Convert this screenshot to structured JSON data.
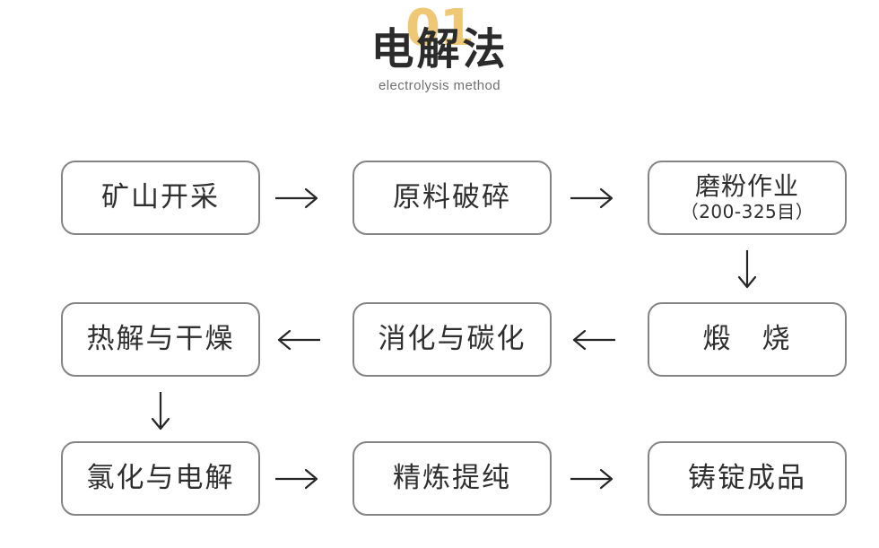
{
  "header": {
    "badge_number": "01",
    "title_cn": "电解法",
    "title_en": "electrolysis method",
    "badge_color": "#efc876",
    "title_color": "#2b2b2b",
    "subtitle_color": "#6f6f6f"
  },
  "flow": {
    "border_color": "#848484",
    "text_color": "#2f2f2f",
    "arrow_color": "#262626",
    "nodes": [
      {
        "id": "n1",
        "label": "矿山开采",
        "sub": ""
      },
      {
        "id": "n2",
        "label": "原料破碎",
        "sub": ""
      },
      {
        "id": "n3",
        "label": "磨粉作业",
        "sub": "（200-325目）"
      },
      {
        "id": "n4",
        "label": "热解与干燥",
        "sub": ""
      },
      {
        "id": "n5",
        "label": "消化与碳化",
        "sub": ""
      },
      {
        "id": "n6",
        "label": "煅　烧",
        "sub": ""
      },
      {
        "id": "n7",
        "label": "氯化与电解",
        "sub": ""
      },
      {
        "id": "n8",
        "label": "精炼提纯",
        "sub": ""
      },
      {
        "id": "n9",
        "label": "铸锭成品",
        "sub": ""
      }
    ],
    "arrows": [
      {
        "id": "a1",
        "glyph": "→",
        "direction": "right",
        "from": "n1",
        "to": "n2"
      },
      {
        "id": "a2",
        "glyph": "→",
        "direction": "right",
        "from": "n2",
        "to": "n3"
      },
      {
        "id": "a3",
        "glyph": "↓",
        "direction": "down",
        "from": "n3",
        "to": "n6"
      },
      {
        "id": "a4",
        "glyph": "←",
        "direction": "left",
        "from": "n6",
        "to": "n5"
      },
      {
        "id": "a5",
        "glyph": "←",
        "direction": "left",
        "from": "n5",
        "to": "n4"
      },
      {
        "id": "a6",
        "glyph": "↓",
        "direction": "down",
        "from": "n4",
        "to": "n7"
      },
      {
        "id": "a7",
        "glyph": "→",
        "direction": "right",
        "from": "n7",
        "to": "n8"
      },
      {
        "id": "a8",
        "glyph": "→",
        "direction": "right",
        "from": "n8",
        "to": "n9"
      }
    ]
  }
}
